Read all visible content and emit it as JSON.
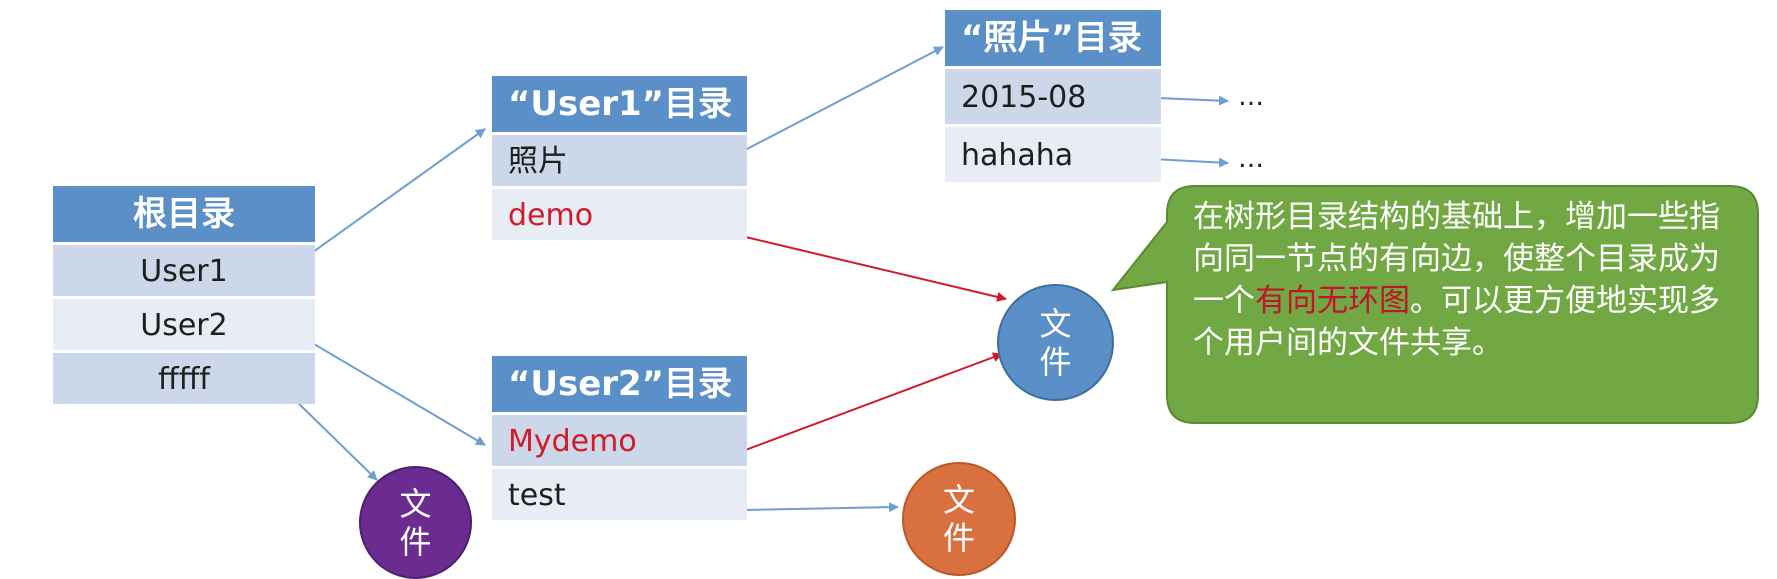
{
  "root_table": {
    "header": "根目录",
    "rows": [
      "User1",
      "User2",
      "fffff"
    ]
  },
  "user1_table": {
    "header": "“User1”目录",
    "rows": [
      "照片",
      "demo"
    ]
  },
  "user2_table": {
    "header": "“User2”目录",
    "rows": [
      "Mydemo",
      "test"
    ]
  },
  "photos_table": {
    "header": "“照片”目录",
    "rows": [
      "2015-08",
      "hahaha"
    ]
  },
  "ellipsis": [
    "…",
    "…"
  ],
  "file_nodes": {
    "shared": [
      "文",
      "件"
    ],
    "purple": [
      "文",
      "件"
    ],
    "orange": [
      "文",
      "件"
    ]
  },
  "callout": {
    "text_before": "在树形目录结构的基础上，增加一些指向同一节点的有向边，使整个目录成为一个",
    "highlight": "有向无环图",
    "text_after": "。可以更方便地实现多个用户间的文件共享。"
  },
  "colors": {
    "header_blue": "#5b8fc7",
    "row_dark": "#ccd8ea",
    "row_light": "#e7ecf5",
    "link_red": "#d11a2a",
    "arrow_blue": "#6f9fd0",
    "callout_green": "#72a844",
    "file_purple": "#6a2c91",
    "file_orange": "#d9703f"
  }
}
